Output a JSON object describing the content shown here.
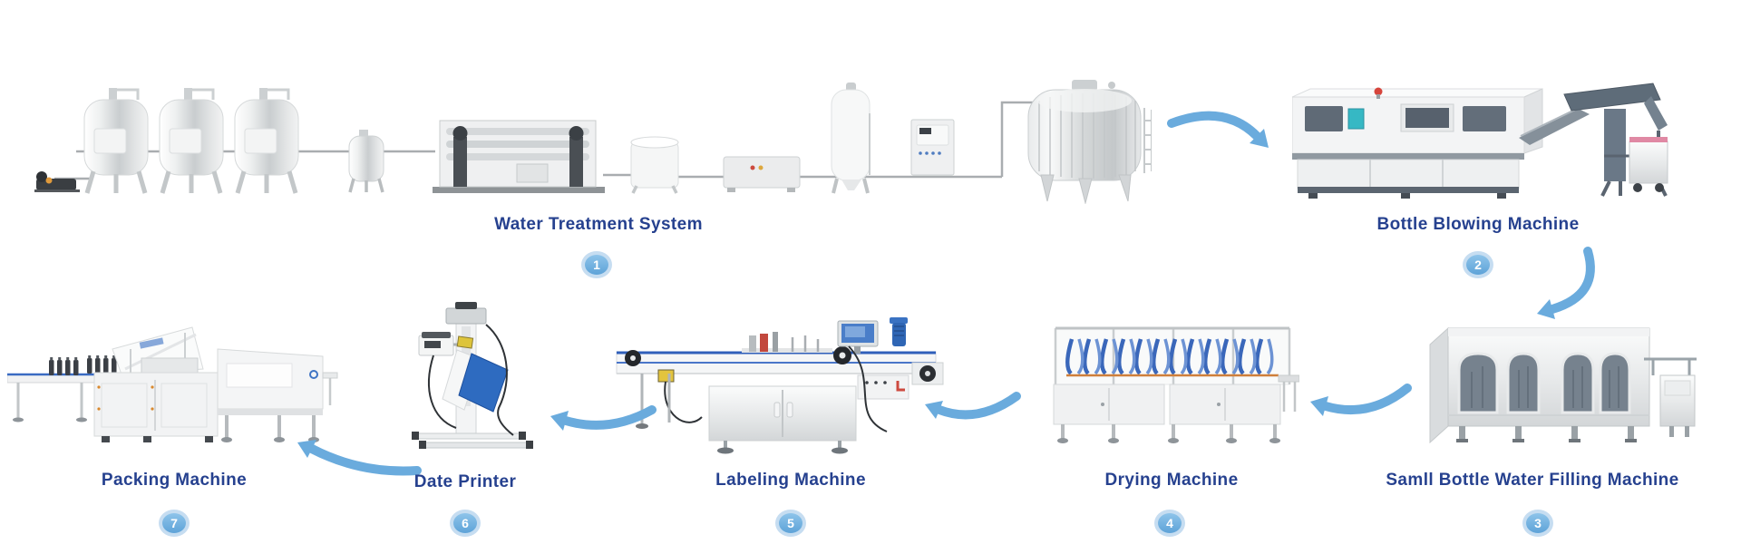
{
  "diagram": {
    "title_implied": "Bottled water production line flow",
    "background": "#ffffff",
    "label_color": "#26418f",
    "arrow_color": "#6aabdd",
    "badge": {
      "fill": "#6fb2e2",
      "ring": "#c6ddf1",
      "number_color": "#ffffff"
    },
    "stations": [
      {
        "number": "1",
        "label": "Water Treatment System"
      },
      {
        "number": "2",
        "label": "Bottle Blowing Machine"
      },
      {
        "number": "3",
        "label": "Samll Bottle Water Filling Machine"
      },
      {
        "number": "4",
        "label": "Drying Machine"
      },
      {
        "number": "5",
        "label": "Labeling Machine"
      },
      {
        "number": "6",
        "label": "Date Printer"
      },
      {
        "number": "7",
        "label": "Packing Machine"
      }
    ],
    "flow": [
      "Water Treatment System -> Bottle Blowing Machine",
      "Bottle Blowing Machine -> Samll Bottle Water Filling Machine",
      "Samll Bottle Water Filling Machine -> Drying Machine",
      "Drying Machine -> Labeling Machine",
      "Labeling Machine -> Date Printer",
      "Date Printer -> Packing Machine"
    ]
  }
}
